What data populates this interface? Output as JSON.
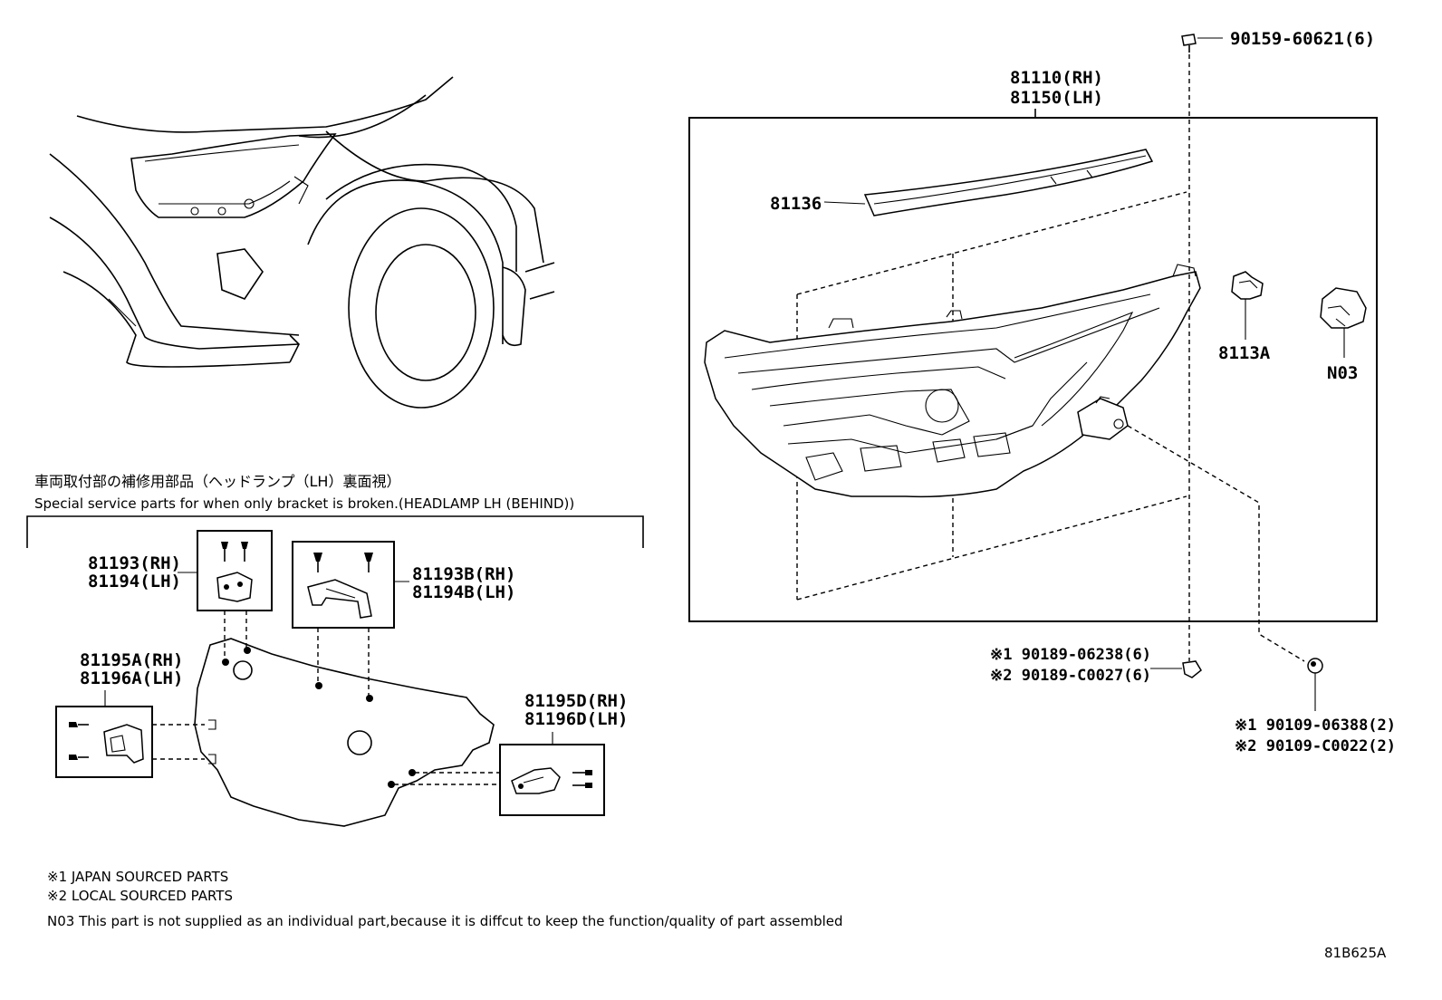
{
  "section_jp": "車両取付部の補修用部品（ヘッドランプ（LH）裏面視）",
  "section_en": "Special service parts for when only bracket is broken.(HEADLAMP LH (BEHIND))",
  "parts": {
    "bolt_top": "90159-60621(6)",
    "headlamp_rh": "81110(RH)",
    "headlamp_lh": "81150(LH)",
    "strip": "81136",
    "socket": "8113A",
    "n03": "N03",
    "screw_a_1": "※1 90189-06238(6)",
    "screw_a_2": "※2 90189-C0027(6)",
    "screw_b_1": "※1 90109-06388(2)",
    "screw_b_2": "※2 90109-C0022(2)",
    "bracket1_rh": "81193(RH)",
    "bracket1_lh": "81194(LH)",
    "bracket2_rh": "81193B(RH)",
    "bracket2_lh": "81194B(LH)",
    "bracket3_rh": "81195A(RH)",
    "bracket3_lh": "81196A(LH)",
    "bracket4_rh": "81195D(RH)",
    "bracket4_lh": "81196D(LH)"
  },
  "notes": {
    "n1": "※1 JAPAN SOURCED PARTS",
    "n2": "※2 LOCAL SOURCED PARTS",
    "n3": "N03   This part is not supplied as an  individual part,because it is diffcut to keep the function/quality of part assembled"
  },
  "figure_code": "81B625A"
}
